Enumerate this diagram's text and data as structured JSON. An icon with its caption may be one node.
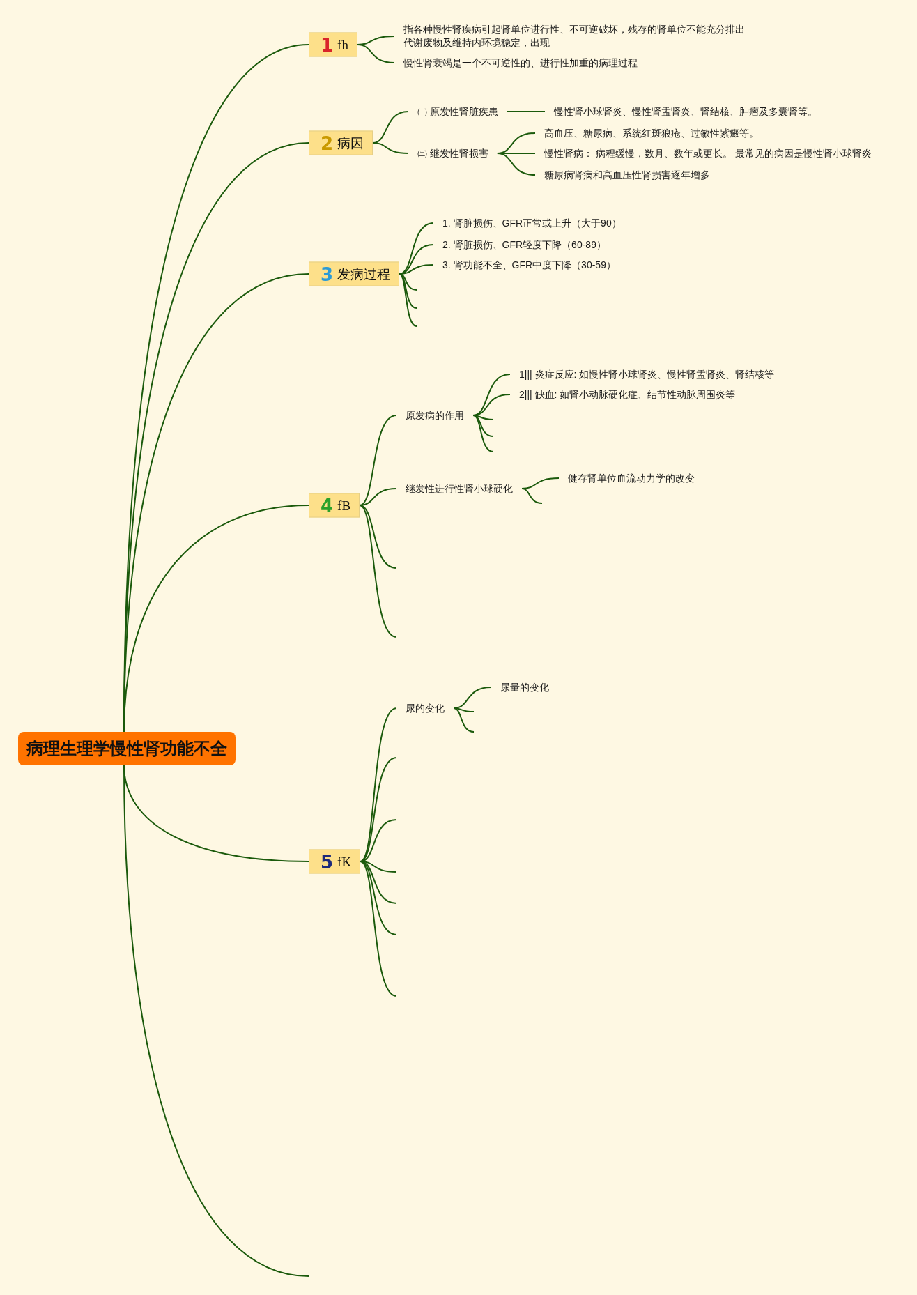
{
  "diagram": {
    "nodes": [
      {
        "text": [
          "病理生理学慢性肾功能不全"
        ]
      },
      {
        "text": [
          "1",
          "fh"
        ]
      },
      {
        "text": [
          "指各种慢性肾疾病引起肾单位进行性、不可逆破坏，残存的肾单位不能充分排出代谢废物及维持内环境稳定，出现"
        ]
      },
      {
        "text": [
          "慢性肾衰竭是一个不可逆性的、进行性加重的病理过程"
        ]
      },
      {
        "text": [
          "2",
          "病因"
        ]
      },
      {
        "text": [
          "㈠ 原发性肾脏疾患"
        ]
      },
      {
        "text": [
          "慢性肾小球肾炎、慢性肾盂肾炎、肾结核、肿瘤及多囊肾等。"
        ]
      },
      {
        "text": [
          "㈡ 继发性肾损害"
        ]
      },
      {
        "text": [
          "高血压、糖尿病、系统红斑狼疮、过敏性紫癜等。"
        ]
      },
      {
        "text": [
          "慢性肾病： 病程缓慢，数月、数年或更长。 最常见的病因是慢性肾小球肾炎"
        ]
      },
      {
        "text": [
          "糖尿病肾病和高血压性肾损害逐年增多"
        ]
      },
      {
        "text": [
          "3",
          "发病过程"
        ]
      },
      {
        "text": [
          "1. 肾脏损伤、GFR正常或上升（大于90）"
        ]
      },
      {
        "text": [
          "2. 肾脏损伤、GFR轻度下降（60-89）"
        ]
      },
      {
        "text": [
          "3. 肾功能不全、GFR中度下降（30-59）"
        ]
      },
      {
        "text": [
          "4",
          "fB"
        ]
      },
      {
        "text": [
          "原发病的作用"
        ]
      },
      {
        "text": [
          "1||| 炎症反应: 如慢性肾小球肾炎、慢性肾盂肾炎、肾结核等"
        ]
      },
      {
        "text": [
          "2||| 缺血: 如肾小动脉硬化症、结节性动脉周围炎等"
        ]
      },
      {
        "text": [
          "继发性进行性肾小球硬化"
        ]
      },
      {
        "text": [
          "健存肾单位血流动力学的改变"
        ]
      },
      {
        "text": [
          "5",
          "fK"
        ]
      },
      {
        "text": [
          "尿的变化"
        ]
      },
      {
        "text": [
          "尿量的变化"
        ]
      }
    ],
    "edges": [
      {
        "from": 0,
        "to": 1,
        "arrow": "none"
      },
      {
        "from": 0,
        "to": 4,
        "arrow": "none"
      },
      {
        "from": 0,
        "to": 11,
        "arrow": "none"
      },
      {
        "from": 0,
        "to": 15,
        "arrow": "none"
      },
      {
        "from": 0,
        "to": 21,
        "arrow": "none"
      },
      {
        "from": 0,
        "to": null,
        "arrow": "none"
      },
      {
        "from": 1,
        "to": 2,
        "arrow": "none"
      },
      {
        "from": 1,
        "to": 3,
        "arrow": "none"
      },
      {
        "from": 4,
        "to": 5,
        "arrow": "none"
      },
      {
        "from": 4,
        "to": 7,
        "arrow": "none"
      },
      {
        "from": 5,
        "to": 6,
        "arrow": "none"
      },
      {
        "from": 7,
        "to": 8,
        "arrow": "none"
      },
      {
        "from": 7,
        "to": 9,
        "arrow": "none"
      },
      {
        "from": 7,
        "to": 10,
        "arrow": "none"
      },
      {
        "from": 11,
        "to": 12,
        "arrow": "none"
      },
      {
        "from": 11,
        "to": 13,
        "arrow": "none"
      },
      {
        "from": 11,
        "to": 14,
        "arrow": "none"
      },
      {
        "from": 11,
        "to": null,
        "arrow": "none"
      },
      {
        "from": 11,
        "to": null,
        "arrow": "none"
      },
      {
        "from": 11,
        "to": null,
        "arrow": "none"
      },
      {
        "from": 15,
        "to": 16,
        "arrow": "none"
      },
      {
        "from": 15,
        "to": 19,
        "arrow": "none"
      },
      {
        "from": 15,
        "to": null,
        "arrow": "none"
      },
      {
        "from": 15,
        "to": null,
        "arrow": "none"
      },
      {
        "from": 16,
        "to": 17,
        "arrow": "none"
      },
      {
        "from": 16,
        "to": 18,
        "arrow": "none"
      },
      {
        "from": 16,
        "to": null,
        "arrow": "none"
      },
      {
        "from": 16,
        "to": null,
        "arrow": "none"
      },
      {
        "from": 16,
        "to": null,
        "arrow": "none"
      },
      {
        "from": 19,
        "to": 20,
        "arrow": "none"
      },
      {
        "from": 19,
        "to": null,
        "arrow": "none"
      },
      {
        "from": 21,
        "to": 22,
        "arrow": "none"
      },
      {
        "from": 21,
        "to": null,
        "arrow": "none"
      },
      {
        "from": 21,
        "to": null,
        "arrow": "none"
      },
      {
        "from": 21,
        "to": null,
        "arrow": "none"
      },
      {
        "from": 21,
        "to": null,
        "arrow": "none"
      },
      {
        "from": 21,
        "to": null,
        "arrow": "none"
      },
      {
        "from": 21,
        "to": null,
        "arrow": "none"
      },
      {
        "from": 22,
        "to": 23,
        "arrow": "none"
      },
      {
        "from": 22,
        "to": null,
        "arrow": "none"
      },
      {
        "from": 22,
        "to": null,
        "arrow": "none"
      }
    ]
  }
}
